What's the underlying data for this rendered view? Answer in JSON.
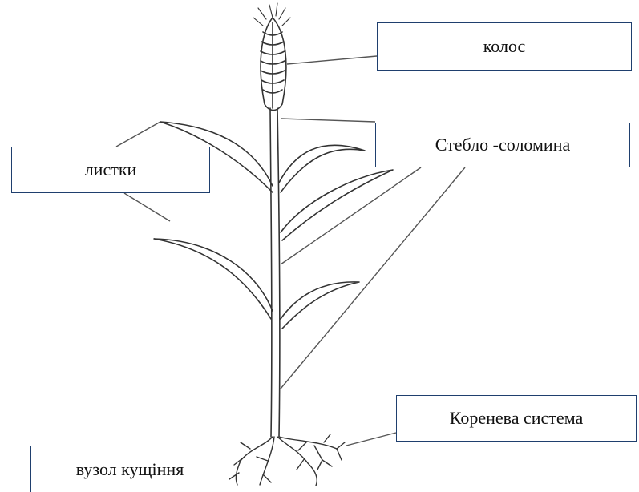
{
  "labels": {
    "kolos": "колос",
    "steblo": "Стебло -соломина",
    "lystky": "листки",
    "koreneva_systema": "Коренева система",
    "vuzol_kushchinnia": "вузол кущіння"
  },
  "colors": {
    "box_border": "#1f3f6e",
    "line": "#555555",
    "plant_stroke": "#333333"
  }
}
